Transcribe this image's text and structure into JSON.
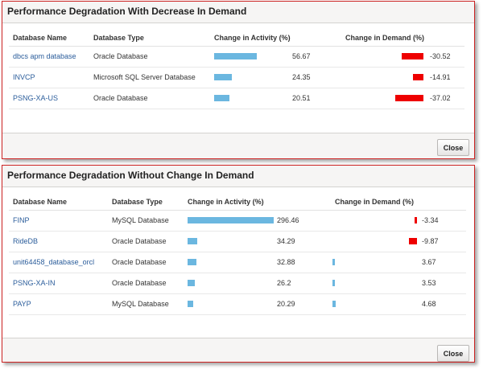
{
  "panel1": {
    "title": "Performance Degradation With Decrease In Demand",
    "columns": [
      "Database Name",
      "Database Type",
      "Change in Activity (%)",
      "Change in Demand (%)"
    ],
    "rows": [
      {
        "name": "dbcs apm database",
        "type": "Oracle Database",
        "activity": "56.67",
        "demand": "-30.52"
      },
      {
        "name": "INVCP",
        "type": "Microsoft SQL Server Database",
        "activity": "24.35",
        "demand": "-14.91"
      },
      {
        "name": "PSNG-XA-US",
        "type": "Oracle Database",
        "activity": "20.51",
        "demand": "-37.02"
      }
    ],
    "close_label": "Close"
  },
  "panel2": {
    "title": "Performance Degradation Without Change In Demand",
    "columns": [
      "Database Name",
      "Database Type",
      "Change in Activity (%)",
      "Change in Demand (%)"
    ],
    "rows": [
      {
        "name": "FINP",
        "type": "MySQL Database",
        "activity": "296.46",
        "demand": "-3.34"
      },
      {
        "name": "RideDB",
        "type": "Oracle Database",
        "activity": "34.29",
        "demand": "-9.87"
      },
      {
        "name": "unit64458_database_orcl",
        "type": "Oracle Database",
        "activity": "32.88",
        "demand": "3.67"
      },
      {
        "name": "PSNG-XA-IN",
        "type": "Oracle Database",
        "activity": "26.2",
        "demand": "3.53"
      },
      {
        "name": "PAYP",
        "type": "MySQL Database",
        "activity": "20.29",
        "demand": "4.68"
      }
    ],
    "close_label": "Close"
  },
  "colors": {
    "link": "#2b5d9b",
    "activity_bar": "#6bb7e0",
    "negative_demand_bar": "#ee0000",
    "positive_demand_bar": "#6bb7e0",
    "panel_border": "#cc2222"
  }
}
